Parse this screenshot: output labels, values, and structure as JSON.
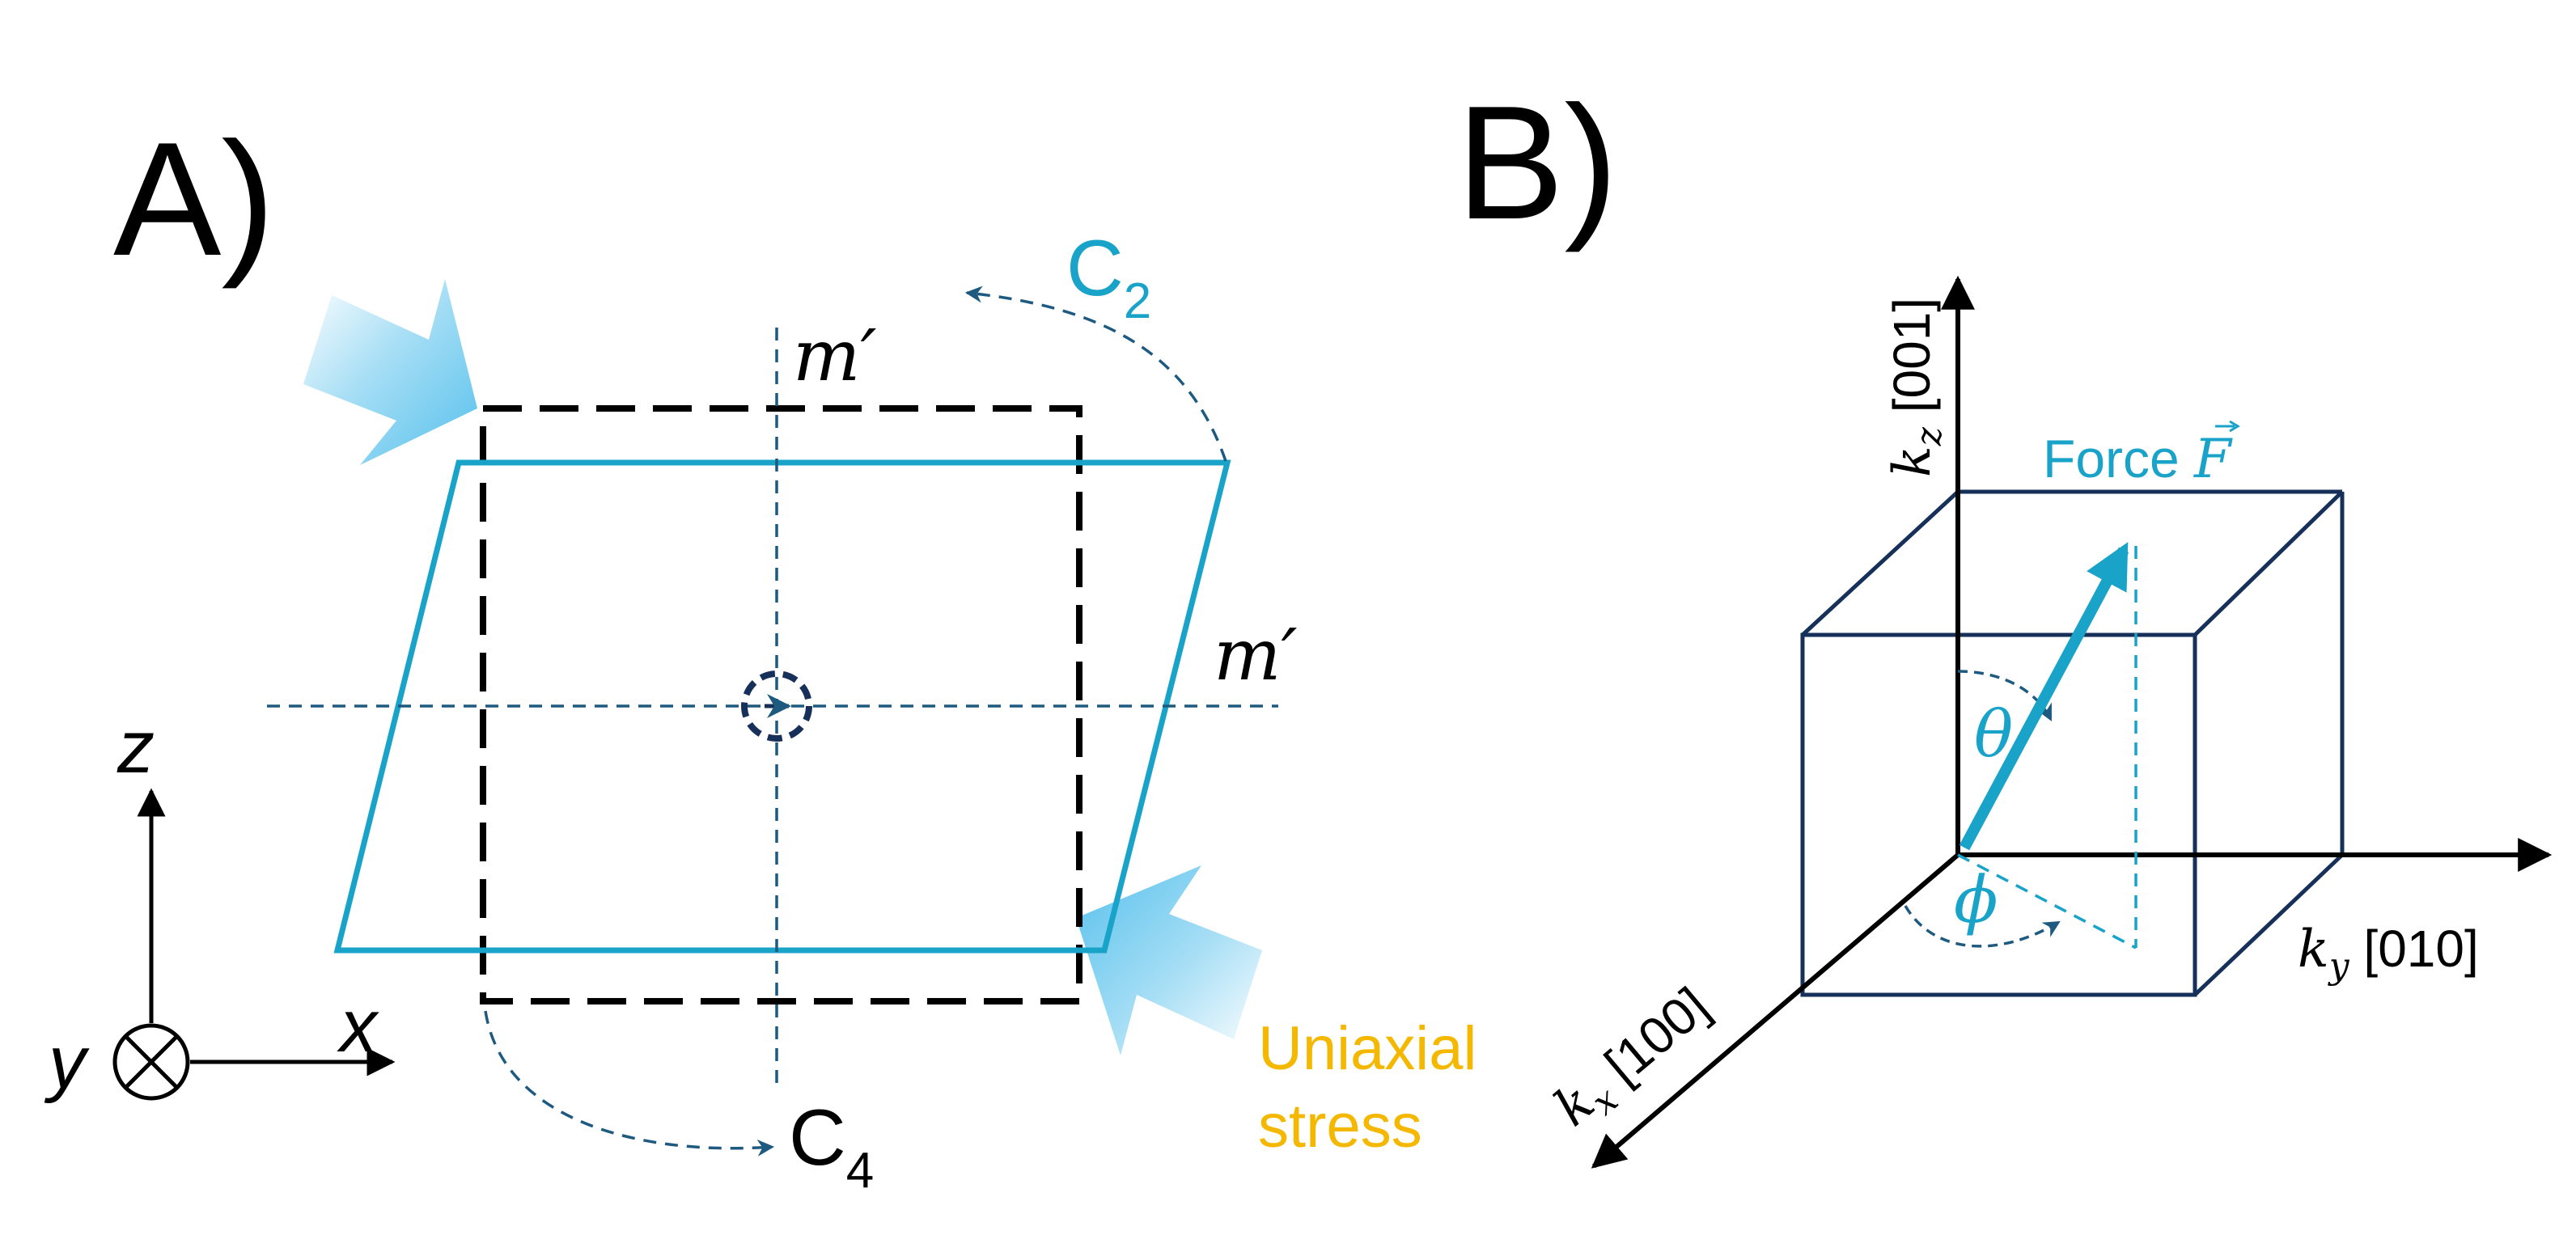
{
  "panel_a": {
    "label": "A)",
    "c2_label": "C",
    "c2_sub": "2",
    "c4_label": "C",
    "c4_sub": "4",
    "mirror_vertical_label": "m′",
    "mirror_horizontal_label": "m′",
    "stress_label_line1": "Uniaxial",
    "stress_label_line2": "stress",
    "axis_z": "z",
    "axis_x": "x",
    "axis_y": "y"
  },
  "panel_b": {
    "label": "B)",
    "kz_var": "k",
    "kz_sub": "z",
    "kz_dir": " [001]",
    "ky_var": "k",
    "ky_sub": "y",
    "ky_dir": " [010]",
    "kx_var": "k",
    "kx_sub": "x",
    "kx_dir": " [100]",
    "force_text": "Force ",
    "force_symbol": "F",
    "theta": "θ",
    "phi": "ϕ"
  },
  "colors": {
    "cyan": "#1aa3c8",
    "dark_blue": "#1e5a80",
    "navy": "#17305a",
    "black": "#000000",
    "gold": "#f5b800",
    "stress_arrow": "#7fd0f0"
  }
}
